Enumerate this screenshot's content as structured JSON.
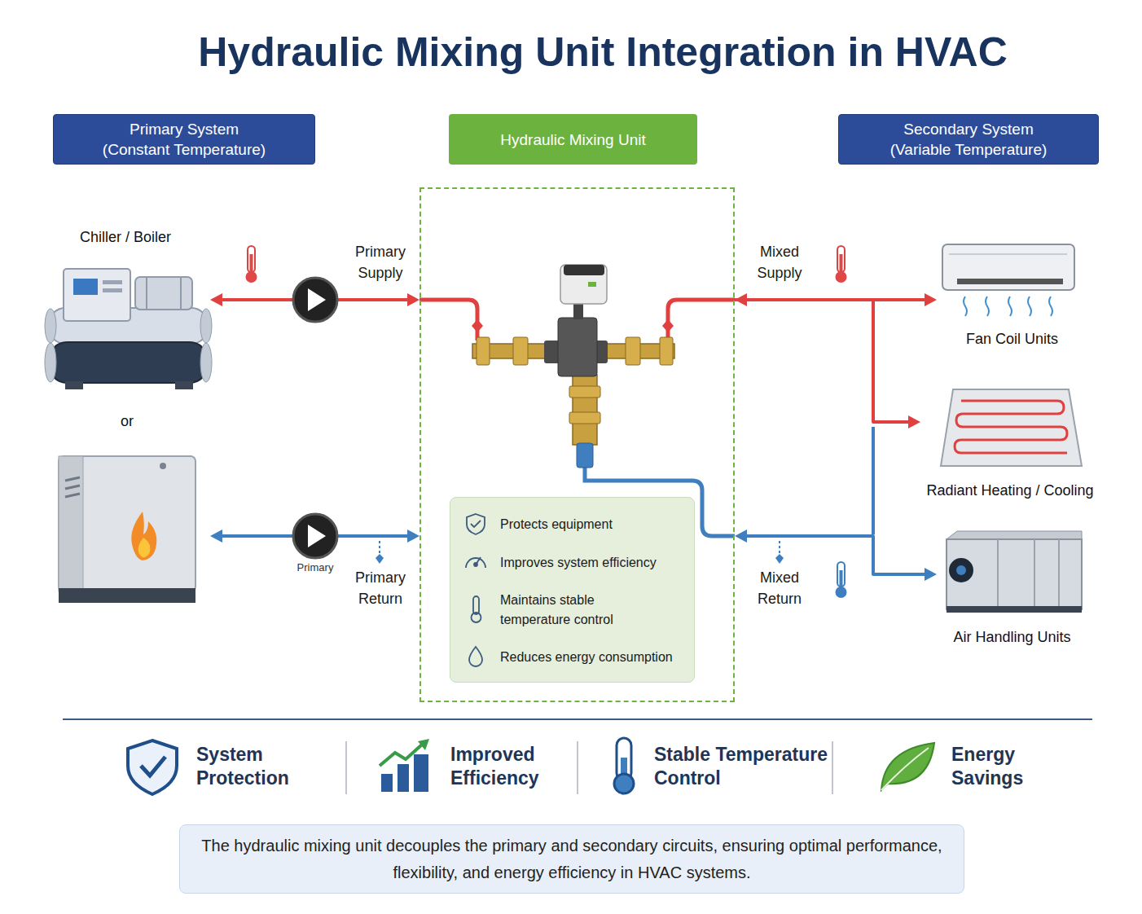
{
  "diagram": {
    "title": "Hydraulic Mixing Unit Integration in HVAC",
    "caption": "The hydraulic mixing unit decouples the primary and secondary circuits, ensuring optimal performance, flexibility, and energy efficiency in HVAC systems.",
    "nodes": [
      {
        "text": [
          "Primary System (Constant Temperature)"
        ]
      },
      {
        "text": [
          "Hydraulic Mixing Unit"
        ]
      },
      {
        "text": [
          "Secondary System (Variable Temperature)"
        ]
      },
      {
        "text": [
          "Chiller / Boiler"
        ]
      },
      {
        "text": [
          "Protects equipment",
          "Improves system efficiency",
          "Maintains stable temperature control",
          "Reduces energy consumption"
        ],
        "in": 1
      },
      {
        "text": [
          "Fan Coil Units"
        ]
      },
      {
        "text": [
          "Radiant Heating / Cooling"
        ]
      },
      {
        "text": [
          "Air Handling Units"
        ]
      }
    ],
    "edges": [
      {
        "from": 3,
        "to": 1,
        "arrow": "both",
        "label": "Primary Supply"
      },
      {
        "from": 3,
        "to": 1,
        "arrow": "both",
        "label": "Primary Return"
      },
      {
        "from": 1,
        "to": 5,
        "arrow": "both",
        "label": "Mixed Supply"
      },
      {
        "from": 1,
        "to": 6,
        "arrow": "to"
      },
      {
        "from": 1,
        "to": 7,
        "arrow": "both",
        "label": "Mixed Return"
      }
    ],
    "labels": [
      "or",
      "Primary",
      "System Protection",
      "Improved Efficiency",
      "Stable Temperature Control",
      "Energy Savings"
    ]
  }
}
